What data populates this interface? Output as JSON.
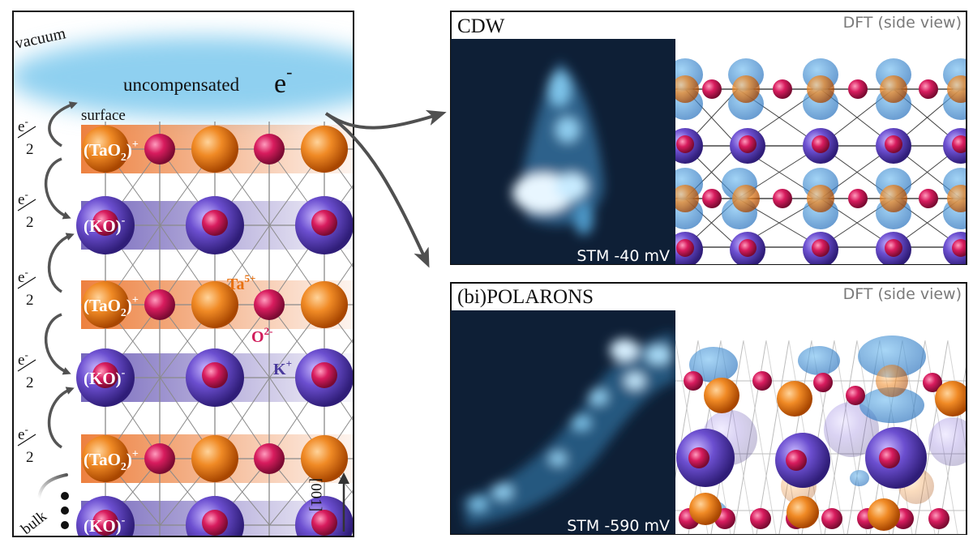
{
  "left_panel": {
    "vacuum": "vacuum",
    "uncompensated": "uncompensated",
    "electron": "e",
    "electron_sup": "-",
    "surface": "surface",
    "bulk": "bulk",
    "direction": "[001]",
    "layers": [
      {
        "formula": "(TaO",
        "sub": "2",
        "close": ")",
        "charge": "+"
      },
      {
        "formula": "(KO)",
        "sub": "",
        "close": "",
        "charge": "-"
      },
      {
        "formula": "(TaO",
        "sub": "2",
        "close": ")",
        "charge": "+"
      },
      {
        "formula": "(KO)",
        "sub": "",
        "close": "",
        "charge": "-"
      },
      {
        "formula": "(TaO",
        "sub": "2",
        "close": ")",
        "charge": "+"
      },
      {
        "formula": "(KO)",
        "sub": "",
        "close": "",
        "charge": "-"
      }
    ],
    "transfer": {
      "num": "e",
      "num_sup": "-",
      "den": "2"
    },
    "ions": {
      "ta": "Ta",
      "ta_charge": "5+",
      "o": "O",
      "o_charge": "2-",
      "k": "K",
      "k_charge": "+"
    }
  },
  "panels": [
    {
      "title": "CDW",
      "dft": "DFT (side view)",
      "stm": "STM -40 mV"
    },
    {
      "title": "(bi)POLARONS",
      "dft": "DFT (side view)",
      "stm": "STM -590 mV"
    }
  ],
  "colors": {
    "ta": "#e8700f",
    "o": "#d11c5b",
    "k": "#6a4fc9",
    "ta_band": "#ee8c4a",
    "k_band": "#8e82c9",
    "vacuum": "#8fd0f0",
    "density": "#2f7ec4",
    "stm_bg": "#0e1f36",
    "ta_label": "#e8700f",
    "o_label": "#d11c5b",
    "k_label": "#4a3a9c"
  }
}
